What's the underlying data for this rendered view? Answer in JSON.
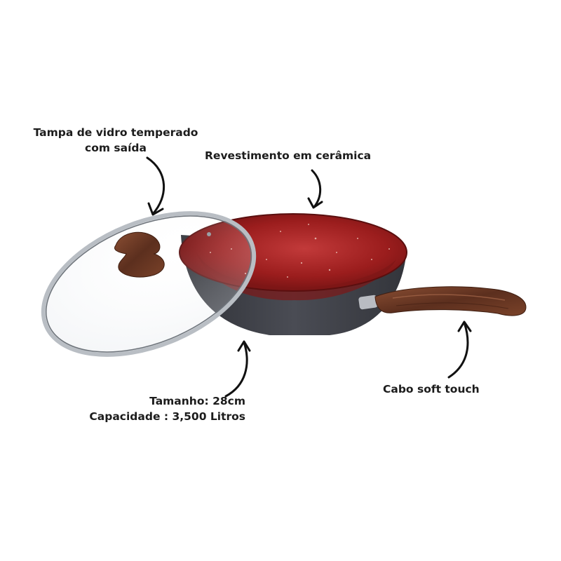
{
  "annotations": {
    "lid": {
      "line1": "Tampa de vidro temperado",
      "line2": "com saída"
    },
    "coating": "Revestimento em cerâmica",
    "size": {
      "line1": "Tamanho: 28cm",
      "line2": "Capacidade : 3,500 Litros"
    },
    "handle": "Cabo soft touch"
  },
  "colors": {
    "pan_interior": "#9b1d1d",
    "pan_exterior": "#3f4148",
    "handle_wood": "#6b3a26",
    "background": "#ffffff"
  }
}
